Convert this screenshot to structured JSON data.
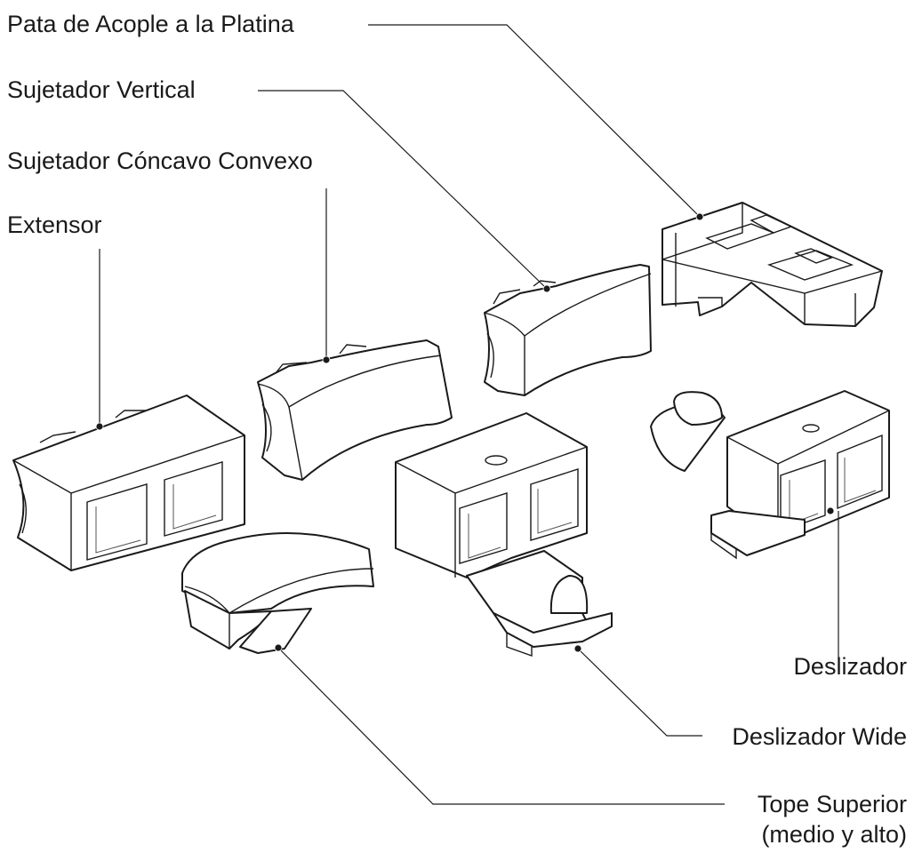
{
  "labels": {
    "pata": "Pata de Acople a la Platina",
    "vertical": "Sujetador Vertical",
    "concavo": "Sujetador Cóncavo Convexo",
    "extensor": "Extensor",
    "deslizador": "Deslizador",
    "wide": "Deslizador Wide",
    "tope_1": "Tope Superior",
    "tope_2": "(medio y alto)"
  },
  "colors": {
    "line": "#1a1a1a",
    "background": "#ffffff"
  }
}
